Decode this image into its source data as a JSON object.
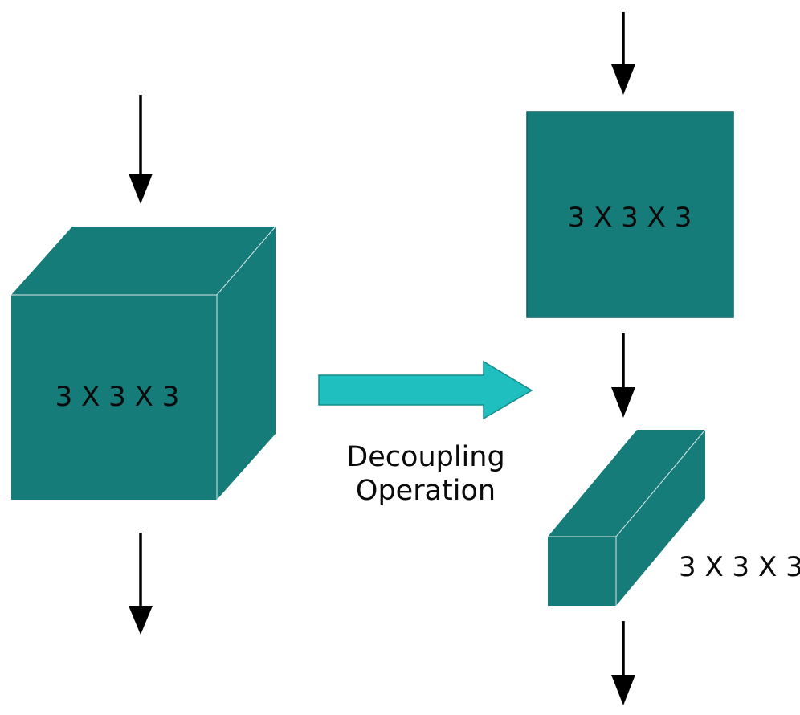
{
  "diagram": {
    "left_block": {
      "label": "3 X 3 X 3",
      "shape": "cube"
    },
    "operation": {
      "line1": "Decoupling",
      "line2": "Operation",
      "icon": "right-arrow-icon"
    },
    "right_top_block": {
      "label": "3 X 3 X 3",
      "shape": "square"
    },
    "right_bottom_block": {
      "label": "3 X 3 X 3",
      "shape": "elongated-box"
    },
    "colors": {
      "block_fill": "#157c7a",
      "operation_arrow": "#1fbfbf",
      "flow_arrows": "#000000"
    }
  }
}
